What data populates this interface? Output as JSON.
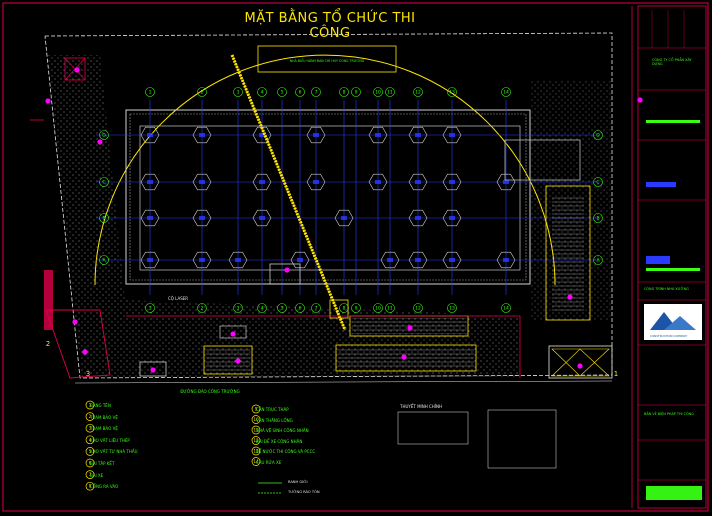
{
  "drawing": {
    "title": "MẶT BẰNG TỔ CHỨC THI CÔNG",
    "colors": {
      "background": "#000000",
      "frame": "#e0004a",
      "crane": "#ffe600",
      "grid": "#2a3bff",
      "legend_text": "#39ff14",
      "hatch": "#e6e6e6",
      "marker": "#ff00ff"
    },
    "site_labels": {
      "road": "ĐƯỜNG ĐÀO CÔNG TRƯỜNG",
      "laser": "CỘ LASER",
      "top_box_text": "NHÀ ĐIỀU HÀNH BAN CHỈ HUY CÔNG TRƯỜNG",
      "corner_numbers": [
        "2",
        "3",
        "1"
      ],
      "grid_numbers": [
        "1",
        "2",
        "3",
        "4",
        "5",
        "6",
        "7",
        "8",
        "9",
        "10",
        "11",
        "12",
        "13",
        "14"
      ],
      "grid_letters": [
        "A",
        "B",
        "C",
        "D"
      ]
    },
    "legend": {
      "col1": [
        {
          "num": "1",
          "text": "BẢNG TÊN"
        },
        {
          "num": "2",
          "text": "TRẠM BẢO VỆ"
        },
        {
          "num": "3",
          "text": "TRẠM BẢO VỆ"
        },
        {
          "num": "4",
          "text": "KHO VẬT LIỆU THÉP"
        },
        {
          "num": "5",
          "text": "KHO VẬT TƯ NHÀ THẦU"
        },
        {
          "num": "6",
          "text": "BÃI TẬP KẾT"
        },
        {
          "num": "7",
          "text": "BÃI XE"
        },
        {
          "num": "8",
          "text": "CỔNG RA VÀO"
        }
      ],
      "col2": [
        {
          "num": "9",
          "text": "CẦN TRỤC THÁP"
        },
        {
          "num": "10",
          "text": "VẬN THĂNG LỒNG"
        },
        {
          "num": "11",
          "text": "NHÀ VỆ SINH CÔNG NHÂN"
        },
        {
          "num": "12",
          "text": "BÃI ĐỂ XE CÔNG NHÂN"
        },
        {
          "num": "13",
          "text": "BỂ NƯỚC THI CÔNG VÀ PCCC"
        },
        {
          "num": "14",
          "text": "CẦU RỬA XE"
        }
      ],
      "notes_heading": "THUYẾT MINH CHÍNH",
      "line_legend": [
        "RANH GIỚI",
        "TƯỜNG RÀO TÔN"
      ]
    },
    "title_block": {
      "company": "CÔNG TY CỔ PHẦN XÂY DỰNG",
      "logo_text": "CONSTRUCTION COMPANY",
      "project": "CÔNG TRÌNH NHÀ XƯỞNG",
      "sheet": "BẢN VẼ BIỆN PHÁP THI CÔNG"
    }
  }
}
